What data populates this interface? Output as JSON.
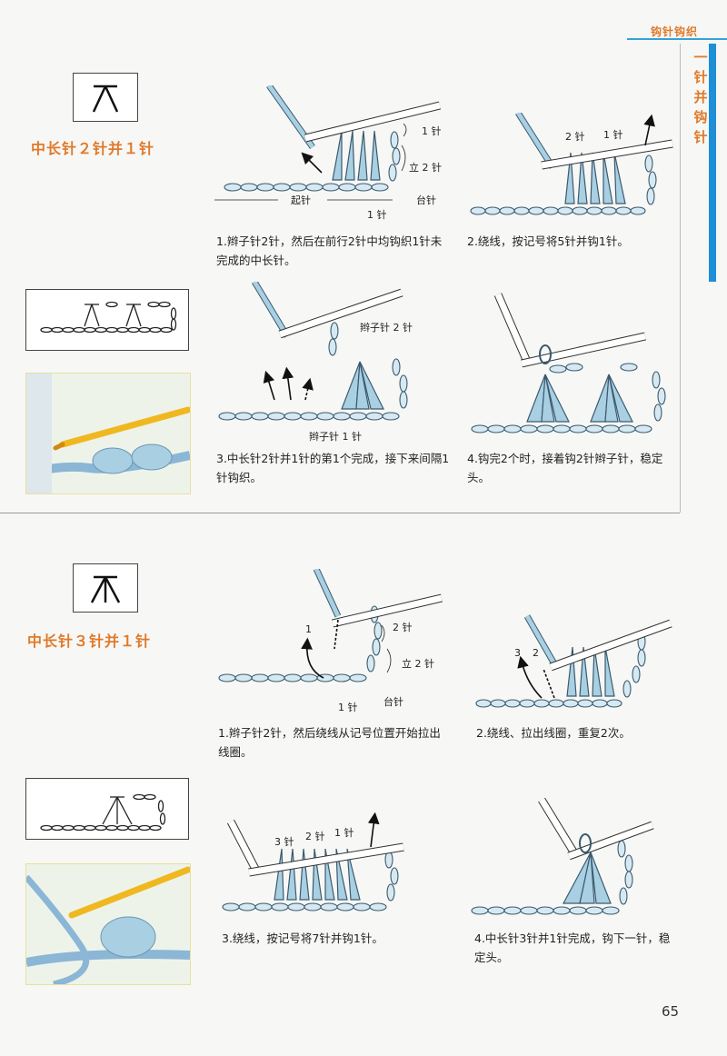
{
  "header": {
    "category": "钩针钩织",
    "side_title": [
      "一",
      "针",
      "并",
      "钩",
      "针"
    ]
  },
  "section1": {
    "title": "中长针２针并１针",
    "diagram1": {
      "labels": {
        "one_stitch": "1 针",
        "stand2": "立 2 针",
        "base": "台针",
        "start": "起针",
        "one_stitch_bottom": "1 针"
      }
    },
    "diagram2": {
      "labels": {
        "two": "2 针",
        "one": "1 针"
      }
    },
    "diagram3": {
      "labels": {
        "chain2": "辫子针 2 针",
        "chain1": "辫子针 1 针"
      }
    },
    "steps": [
      "1.辫子针2针，然后在前行2针中均钩织1针未完成的中长针。",
      "2.绕线，按记号将5针并钩1针。",
      "3.中长针2针并1针的第1个完成，接下来间隔1针钩织。",
      "4.钩完2个时，接着钩2针辫子针，稳定头。"
    ]
  },
  "section2": {
    "title": "中长针３针并１针",
    "diagram1": {
      "labels": {
        "num1": "1",
        "two": "2 针",
        "stand2": "立 2 针",
        "one": "1 针",
        "base": "台针"
      }
    },
    "diagram2": {
      "labels": {
        "n3": "3",
        "n2": "2"
      }
    },
    "diagram3": {
      "labels": {
        "three": "3 针",
        "two": "2 针",
        "one": "1 针"
      }
    },
    "steps": [
      "1.辫子针2针，然后绕线从记号位置开始拉出线圈。",
      "2.绕线、拉出线圈，重复2次。",
      "3.绕线，按记号将7针并钩1针。",
      "4.中长针3针并1针完成，钩下一针，稳定头。"
    ]
  },
  "page_number": "65",
  "colors": {
    "accent": "#e07a2a",
    "blue": "#1d8fd6",
    "yarn": "#a9cfe2",
    "yarn_stroke": "#3b5a6e"
  }
}
